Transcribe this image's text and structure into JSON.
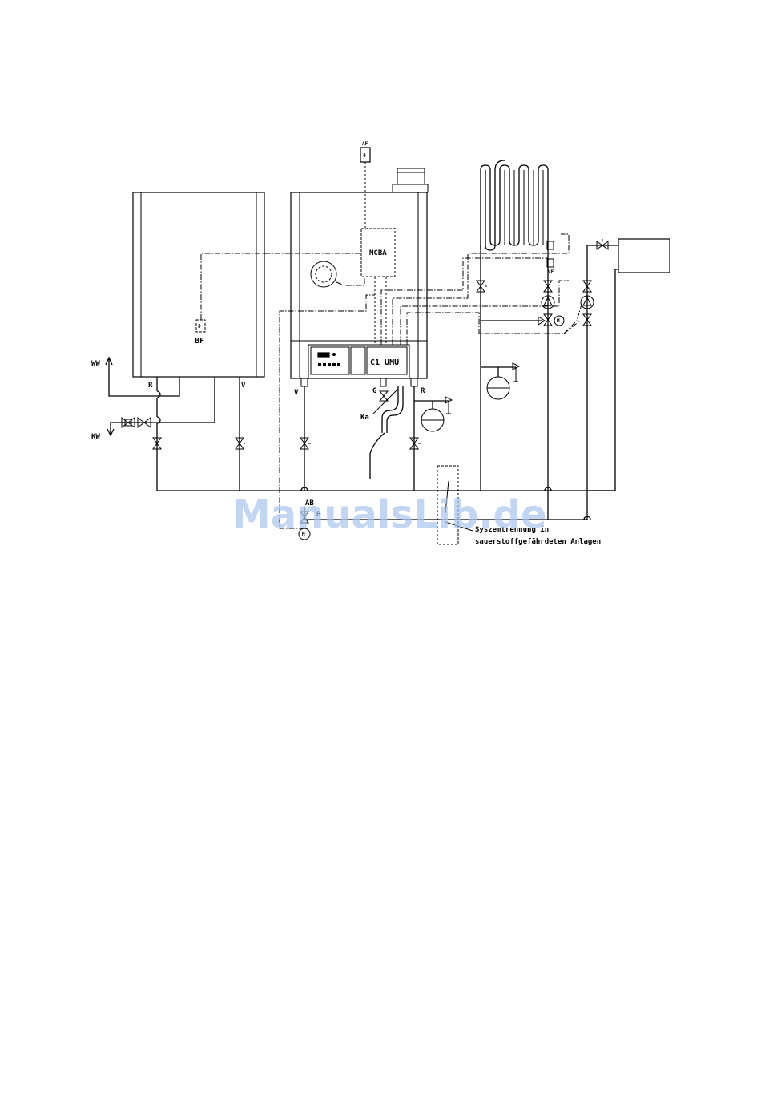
{
  "labels": {
    "af": "AF",
    "mcba": "MCBA",
    "bf": "BF",
    "ww": "WW",
    "kw": "KW",
    "r_left": "R",
    "v_left": "V",
    "v_boiler": "V",
    "g_boiler": "G",
    "r_boiler": "R",
    "controller": "C1 UMU",
    "ka": "Ka",
    "ab": "AB",
    "b": "B",
    "vf": "VF"
  },
  "note": {
    "line1": "Syszemtrennung in",
    "line2": "sauerstoffgefährdeten Anlagen"
  },
  "watermark": "ManualsLib.de"
}
